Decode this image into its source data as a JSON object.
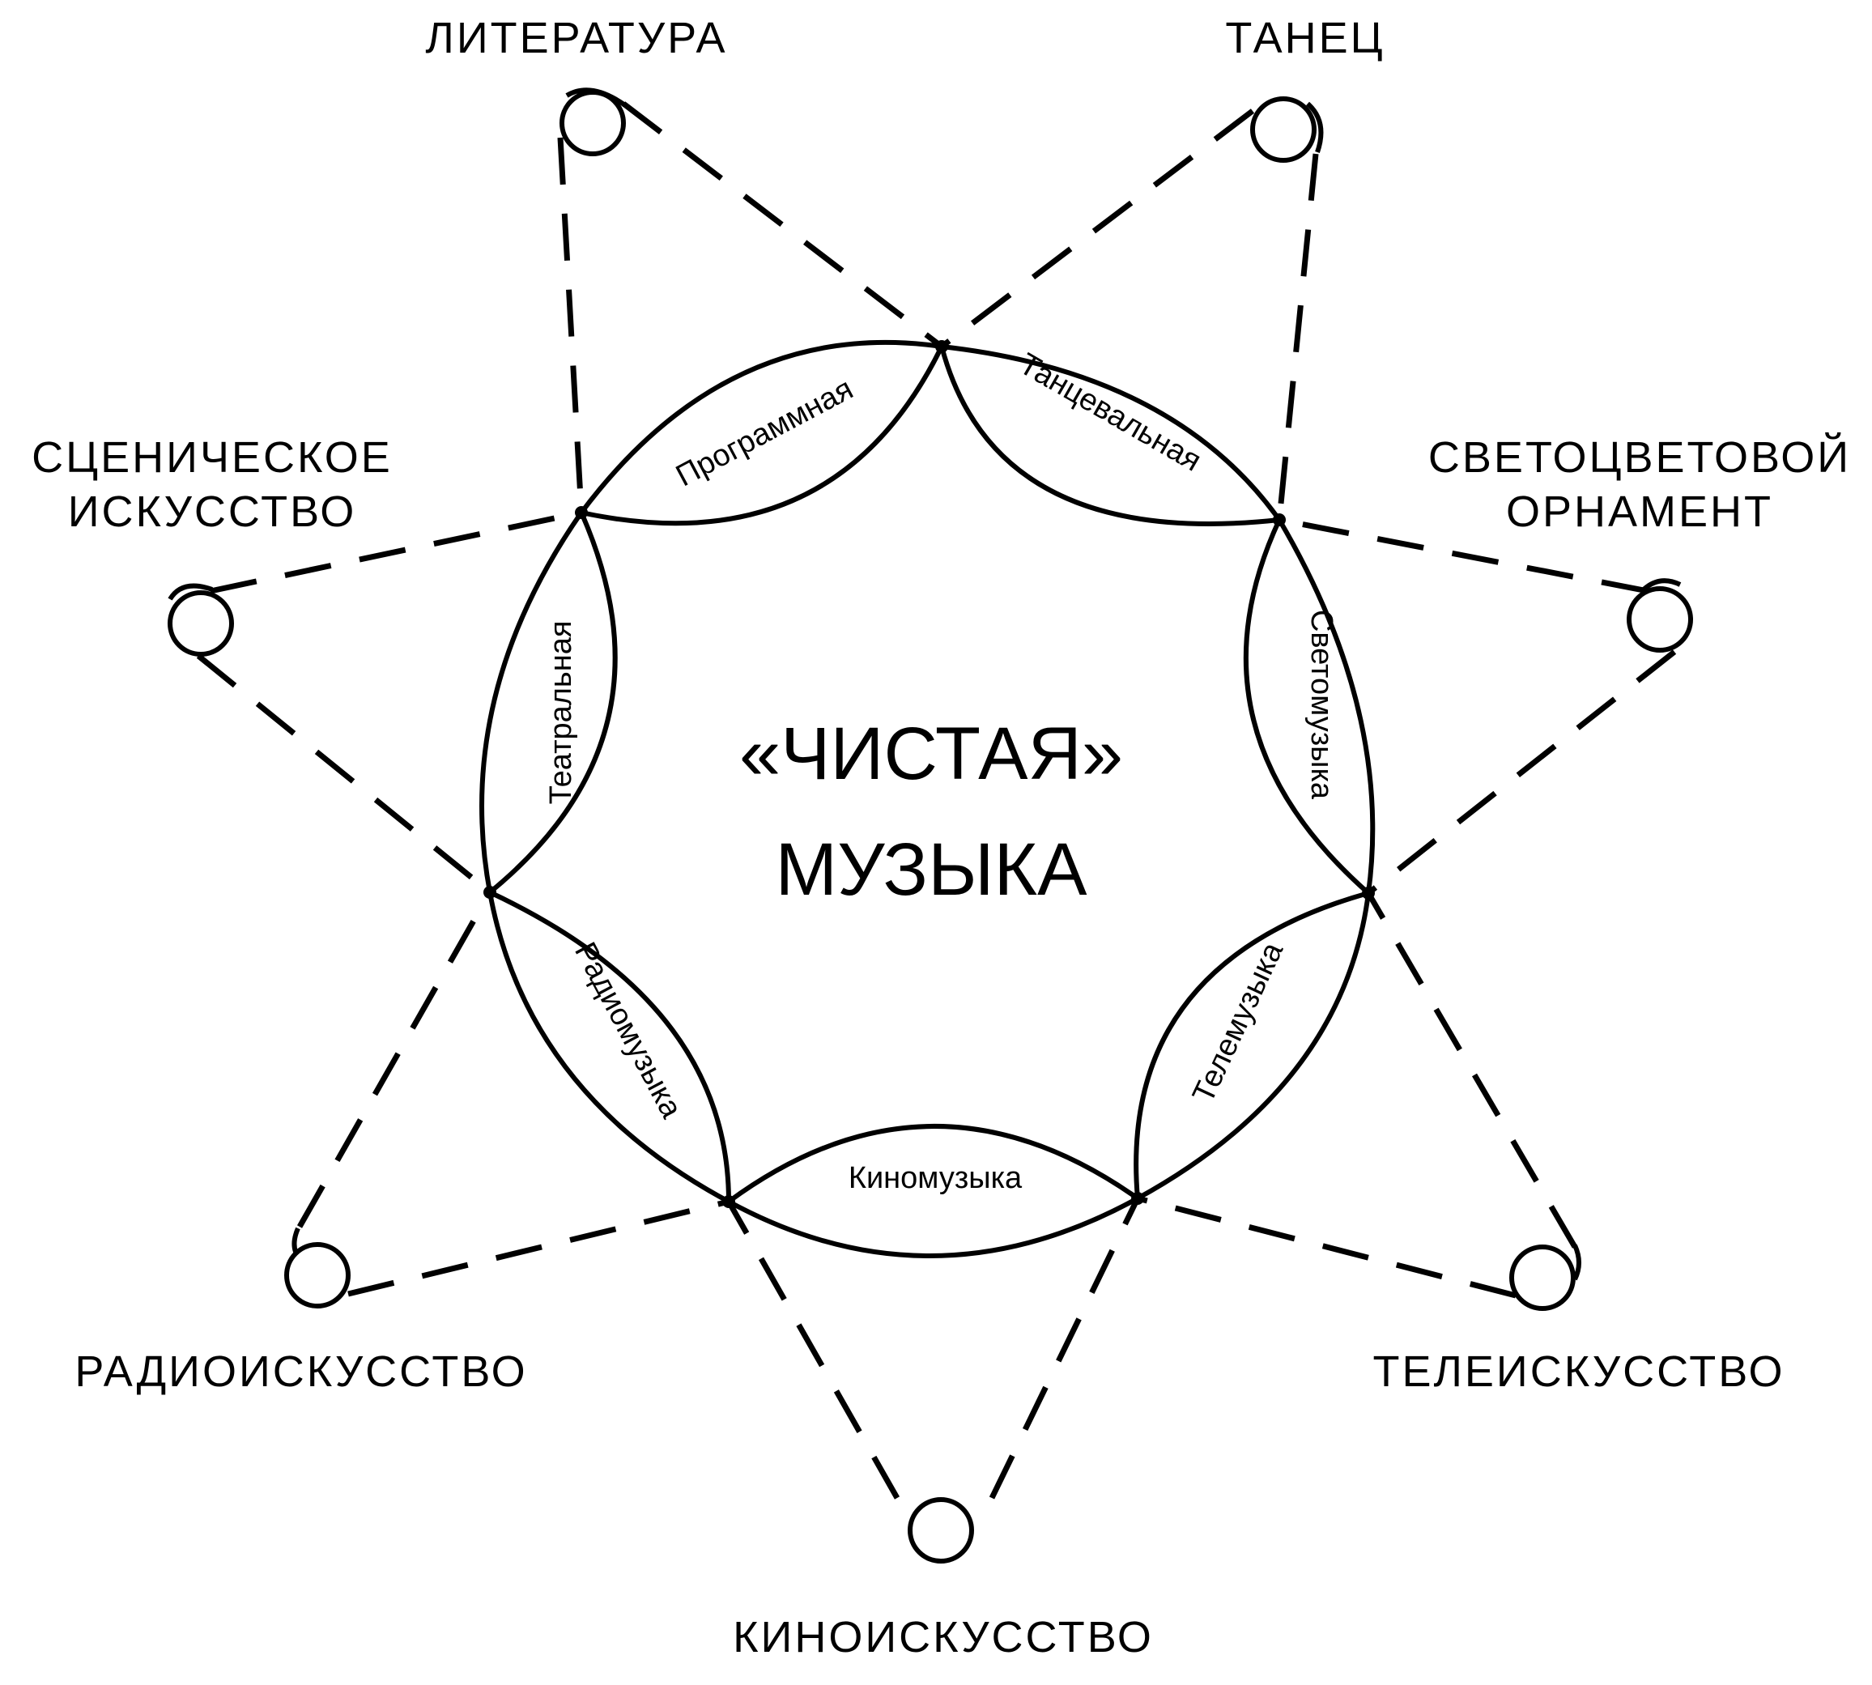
{
  "center": {
    "line1": "«ЧИСТАЯ»",
    "line2": "МУЗЫКА"
  },
  "arts": {
    "literature": "ЛИТЕРАТУРА",
    "dance": "ТАНЕЦ",
    "scenic_1": "СЦЕНИЧЕСКОЕ",
    "scenic_2": "ИСКУССТВО",
    "light_1": "СВЕТОЦВЕТОВОЙ",
    "light_2": "ОРНАМЕНТ",
    "radio": "РАДИОИСКУССТВО",
    "tv": "ТЕЛЕИСКУССТВО",
    "cinema": "КИНОИСКУССТВО"
  },
  "genres": {
    "program": "Программная",
    "dance": "Танцевальная",
    "theatre": "Театральная",
    "light": "Светомузыка",
    "radio": "Радиомузыка",
    "tv": "Телемузыка",
    "cinema": "Киномузыка"
  }
}
